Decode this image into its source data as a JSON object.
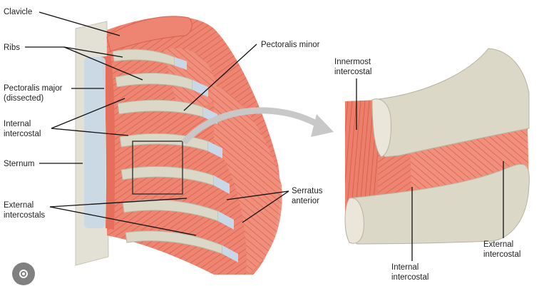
{
  "labels": {
    "clavicle": "Clavicle",
    "ribs": "Ribs",
    "pectoralis_major_1": "Pectoralis major",
    "pectoralis_major_2": "(dissected)",
    "internal_intercostal_1": "Internal",
    "internal_intercostal_2": "intercostal",
    "sternum": "Sternum",
    "external_intercostals_1": "External",
    "external_intercostals_2": "intercostals",
    "pectoralis_minor": "Pectoralis minor",
    "serratus_1": "Serratus",
    "serratus_2": "anterior",
    "innermost_1": "Innermost",
    "innermost_2": "intercostal",
    "detail_internal_1": "Internal",
    "detail_internal_2": "intercostal",
    "detail_external_1": "External",
    "detail_external_2": "intercostal"
  },
  "colors": {
    "muscle": "#ee8572",
    "muscle_dark": "#d9604c",
    "bone": "#dcd8c8",
    "bone_shadow": "#b8b3a0",
    "cartilage": "#c9d8e6",
    "sternum": "#e3e1d6"
  },
  "icons": {
    "lens": "lens-icon"
  }
}
